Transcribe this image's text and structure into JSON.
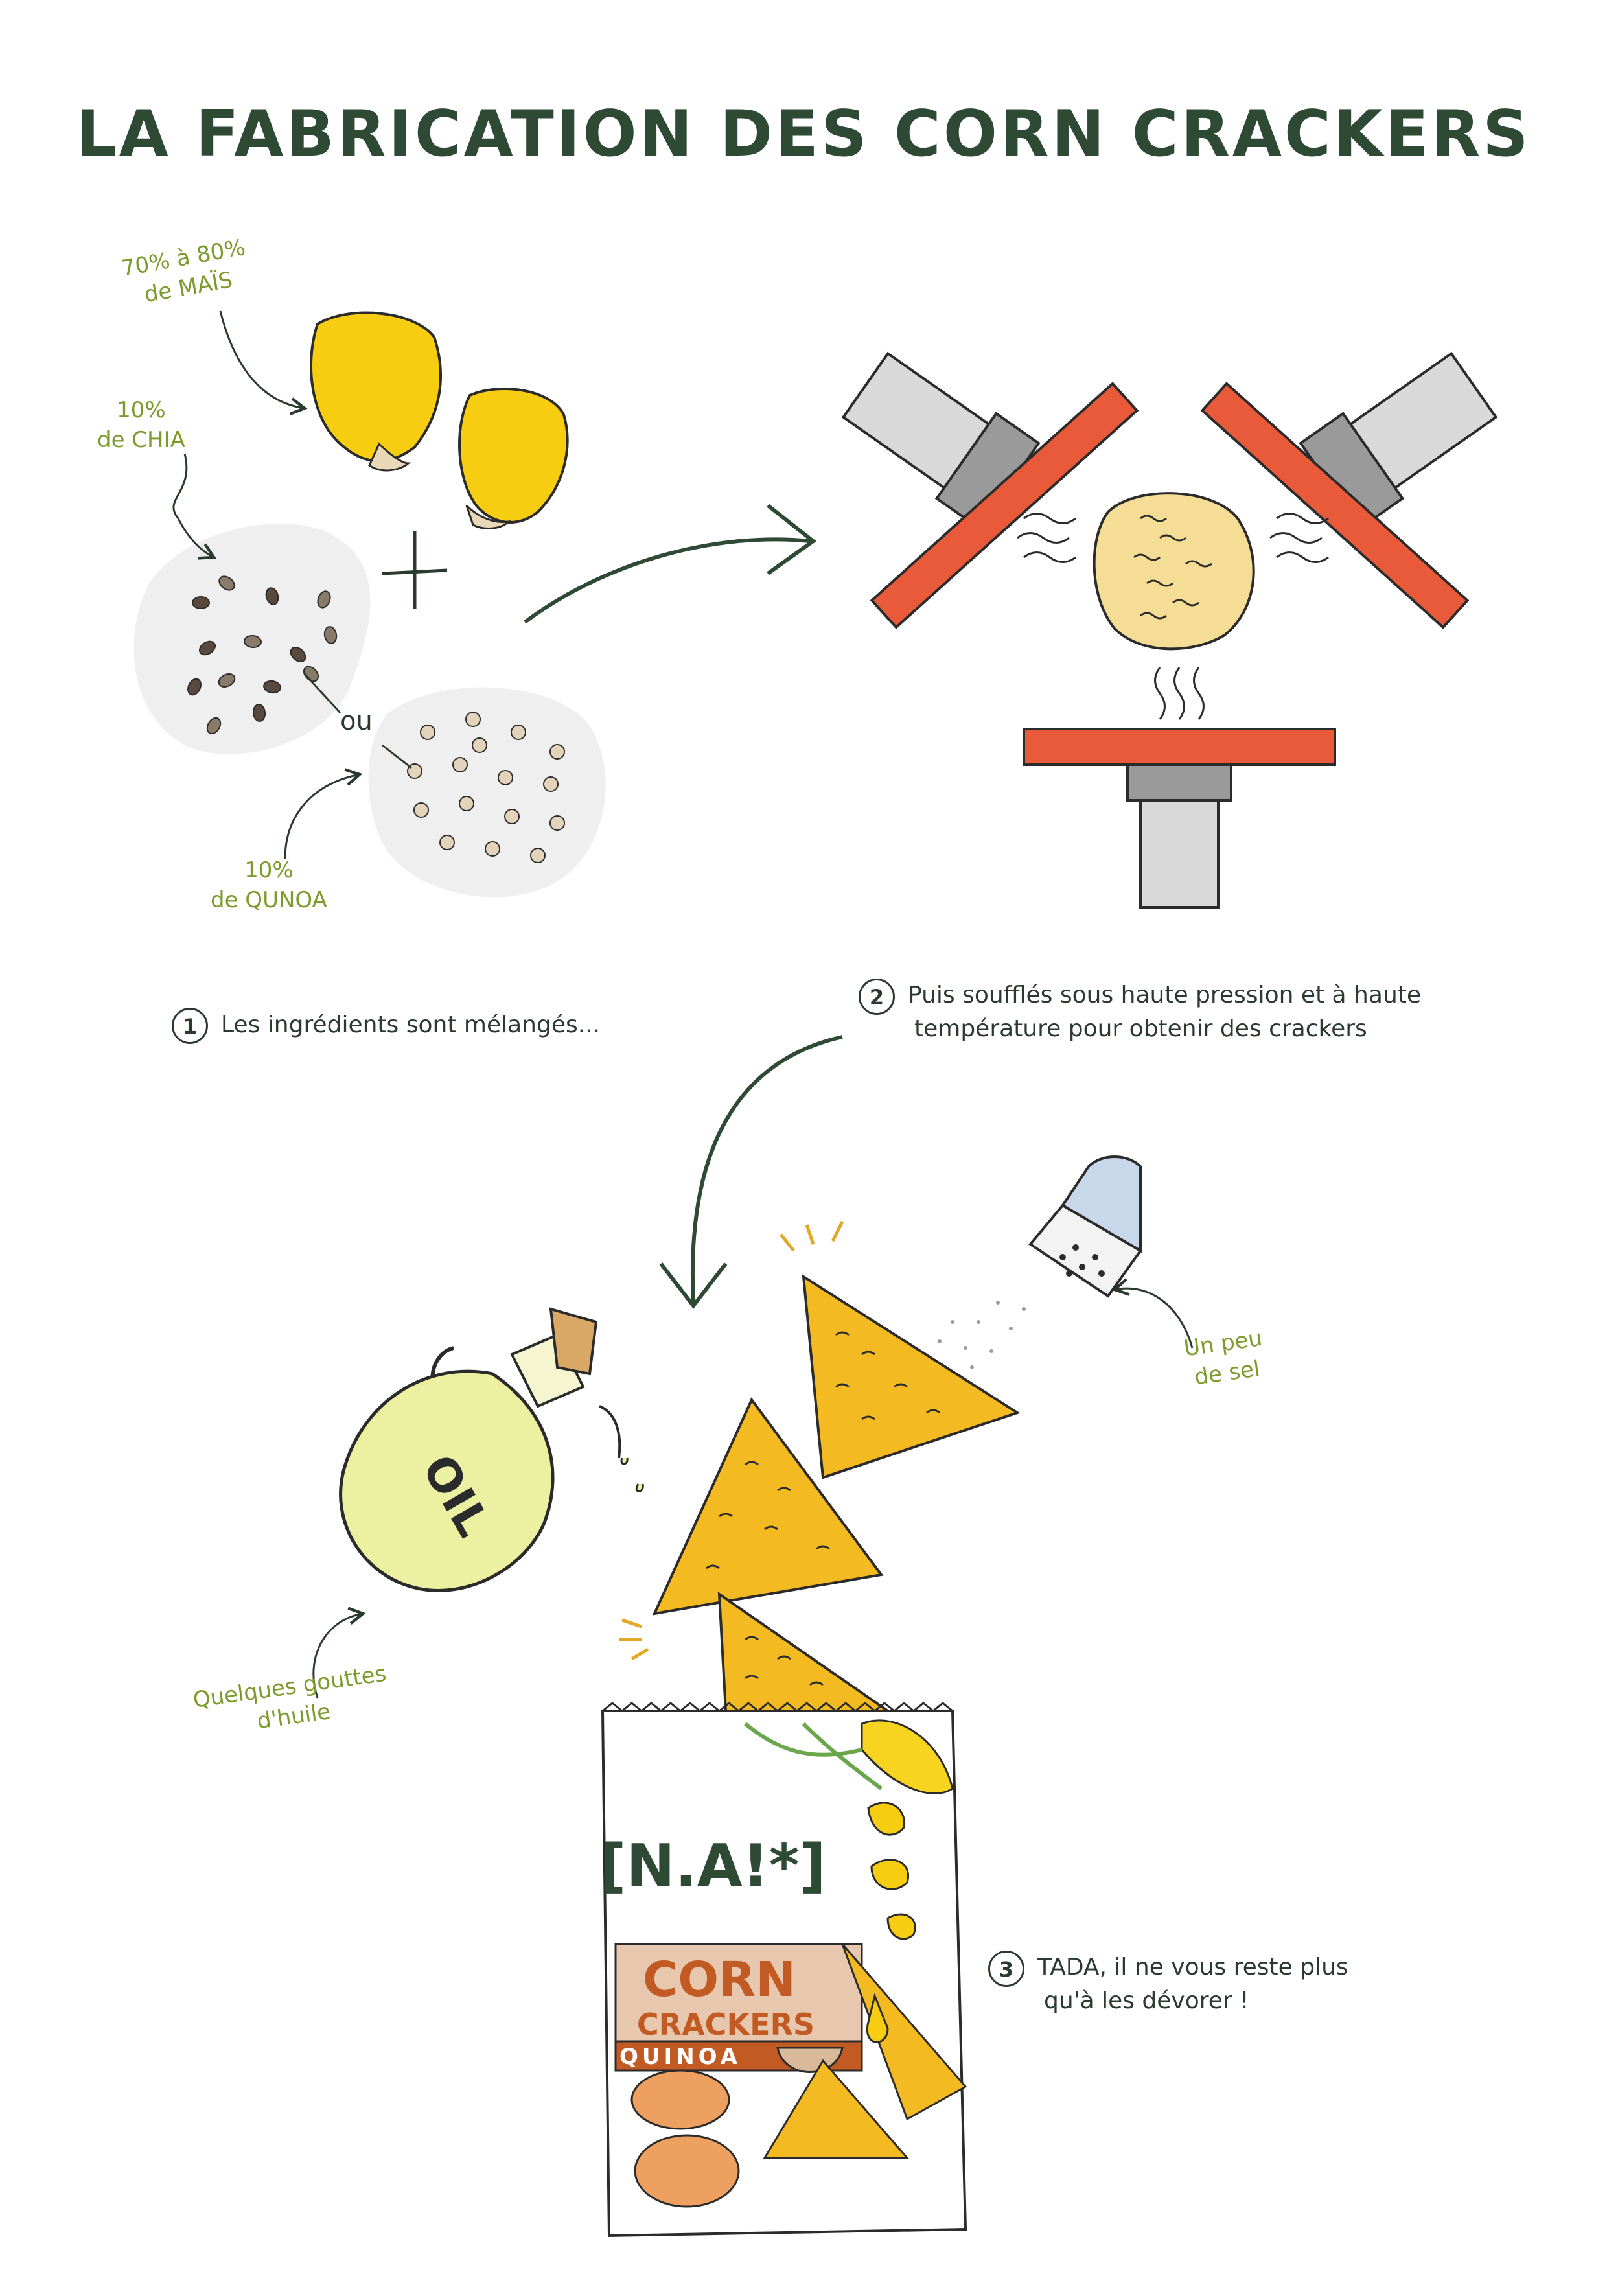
{
  "title": "LA FABRICATION DES CORN CRACKERS",
  "ingredients": {
    "mais_pct": "70% à 80%",
    "mais_name": "de MAÏS",
    "chia_pct": "10%",
    "chia_name": "de CHIA",
    "quinoa_pct": "10%",
    "quinoa_name": "de QUNOA",
    "or_word": "ou"
  },
  "steps": [
    {
      "number": "1",
      "text": "Les ingrédients sont mélangés..."
    },
    {
      "number": "2",
      "line1": "Puis soufflés sous haute pression et à haute",
      "line2": "température pour obtenir des crackers"
    },
    {
      "number": "3",
      "line1": "TADA, il ne vous reste plus",
      "line2": "qu'à les dévorer !"
    }
  ],
  "annotations": {
    "salt_line1": "Un peu",
    "salt_line2": "de sel",
    "oil_line1": "Quelques gouttes",
    "oil_line2": "d'huile"
  },
  "oil_bottle_label": "OIL",
  "package": {
    "brand": "[N.A!*]",
    "product_line1": "CORN",
    "product_line2": "CRACKERS",
    "flavor": "QUINOA"
  },
  "colors": {
    "title_green": "#2f4a34",
    "label_olive": "#7f9a2c",
    "corn_yellow": "#f7cd12",
    "plate_red": "#e85a3a",
    "cracker_gold": "#f3ba22",
    "oil_yellow": "#ecf0a1",
    "package_orange": "#c25a24"
  }
}
